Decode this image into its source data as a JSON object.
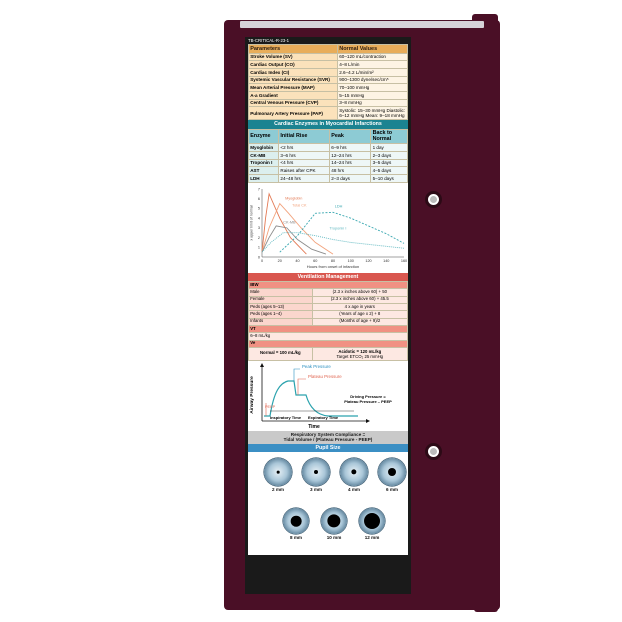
{
  "card_id": "TB-CRITICAL-R-23-1",
  "parameters": {
    "header": [
      "Parameters",
      "Normal Values"
    ],
    "rows": [
      {
        "name": "Stroke Volume (SV)",
        "value": "60–120 mL/contraction"
      },
      {
        "name": "Cardiac Output (CO)",
        "value": "4–8 L/min"
      },
      {
        "name": "Cardiac Index (CI)",
        "value": "2.6–4.2 L/min/m²"
      },
      {
        "name": "Systemic Vascular Resistance (SVR)",
        "value": "900–1300 dyne/sec/cm⁵"
      },
      {
        "name": "Mean Arterial Pressure (MAP)",
        "value": "70–100 mmHg"
      },
      {
        "name": "A-a Gradient",
        "value": "5–15 mmHg"
      },
      {
        "name": "Central Venous Pressure (CVP)",
        "value": "3–8 mmHg"
      },
      {
        "name": "Pulmonary Artery Pressure (PAP)",
        "value": "Systolic: 15–30 mmHg Diastolic: 6–12 mmHg Mean: 9–18 mmHg"
      }
    ]
  },
  "enzymes": {
    "title": "Cardiac Enzymes in Myocardial Infarctions",
    "header": [
      "Enzyme",
      "Initial Rise",
      "Peak",
      "Back to Normal"
    ],
    "rows": [
      [
        "Myoglobin",
        "<2 hrs",
        "6–9 hrs",
        "1 day"
      ],
      [
        "CK-MB",
        "3–6 hrs",
        "12–24 hrs",
        "2–3 days"
      ],
      [
        "Troponin I",
        "<4 hrs",
        "14–24 hrs",
        "3–5 days"
      ],
      [
        "AST",
        "Raises after CPK",
        "48 hrs",
        "4–5 days"
      ],
      [
        "LDH",
        "24–48 hrs",
        "2–3 days",
        "5–10 days"
      ]
    ]
  },
  "chart_data": {
    "type": "line",
    "xlabel": "Hours from onset of infarction",
    "ylabel": "x upper limit of normal",
    "xlim": [
      0,
      160
    ],
    "ylim": [
      0,
      7
    ],
    "xticks": [
      0,
      20,
      40,
      60,
      80,
      100,
      120,
      140,
      160
    ],
    "yticks": [
      0,
      1,
      2,
      3,
      4,
      5,
      6,
      7
    ],
    "series": [
      {
        "name": "Myoglobin",
        "color": "#e37a55",
        "x": [
          0,
          4,
          8,
          20,
          32,
          50
        ],
        "y": [
          0.5,
          4,
          6.5,
          4,
          2,
          0.3
        ]
      },
      {
        "name": "Total CK",
        "color": "#f2a37d",
        "x": [
          0,
          8,
          20,
          30,
          44,
          60,
          80
        ],
        "y": [
          0.5,
          3,
          5.5,
          4.5,
          3,
          1.5,
          0.3
        ]
      },
      {
        "name": "CK-MB",
        "color": "#8c8c8c",
        "x": [
          0,
          8,
          16,
          28,
          40,
          56,
          72
        ],
        "y": [
          0.5,
          2,
          3.2,
          3,
          1.8,
          0.8,
          0.3
        ]
      },
      {
        "name": "LDH",
        "color": "#38a7b0",
        "x": [
          20,
          40,
          60,
          80,
          100,
          120,
          140,
          160
        ],
        "y": [
          0.5,
          2.2,
          4.5,
          4.6,
          4,
          3.2,
          2.4,
          1.4
        ]
      },
      {
        "name": "Troponin I",
        "color": "#5fb8c0",
        "x": [
          0,
          10,
          24,
          40,
          60,
          80,
          100,
          120,
          140,
          160
        ],
        "y": [
          0.5,
          1.5,
          2.5,
          2.5,
          2.2,
          1.8,
          1.5,
          1.3,
          1.1,
          0.9
        ]
      }
    ]
  },
  "ventilation": {
    "title": "Ventilation Management",
    "ibw_label": "IBW",
    "ibw_rows": [
      {
        "label": "Male",
        "value": "(2.3 x inches above 60) + 50"
      },
      {
        "label": "Female",
        "value": "(2.3 x inches above 60) + 45.5"
      },
      {
        "label": "Peds (ages 5–13)",
        "value": "4 x age in years"
      },
      {
        "label": "Peds (ages 1–4)",
        "value": "(Years of age x 2) + 8"
      },
      {
        "label": "Infants",
        "value": "(Months of age + 9)/2"
      }
    ],
    "vt_label": "VT",
    "vt_value": "6–8 mL/kg",
    "ve_label": "Ve",
    "ve_normal": "Normal = 100 mL/kg",
    "ve_acidotic": "Acidotic = 120 mL/kg",
    "ve_target": "Target ETCO₂ 25 mmHg"
  },
  "waveform": {
    "ylabel": "Airway Pressure",
    "xlabel": "Time",
    "peak": "Peak Pressure",
    "plateau": "Plateau Pressure",
    "peep": "PEEP",
    "inspiratory": "Inspiratory Time",
    "expiratory": "Expiratory Time",
    "driving_1": "Driving Pressure =",
    "driving_2": "Plateau Pressure – PEEP"
  },
  "compliance": {
    "line1": "Respiratory System Compliance =",
    "line2": "Tidal Volume / (Plateau Pressure - PEEP)"
  },
  "pupil": {
    "title": "Pupil Size",
    "sizes": [
      {
        "label": "2 mm",
        "mm": 2
      },
      {
        "label": "3 mm",
        "mm": 3
      },
      {
        "label": "4 mm",
        "mm": 4
      },
      {
        "label": "6 mm",
        "mm": 6
      },
      {
        "label": "8 mm",
        "mm": 8
      },
      {
        "label": "10 mm",
        "mm": 10
      },
      {
        "label": "12 mm",
        "mm": 12
      }
    ]
  },
  "colors": {
    "board": "#4a0f26",
    "parameters_header": "#e8ad5a",
    "enzymes_header": "#1b8391",
    "ventilation_header": "#d9574f",
    "pupil_header": "#3b8fc4"
  }
}
